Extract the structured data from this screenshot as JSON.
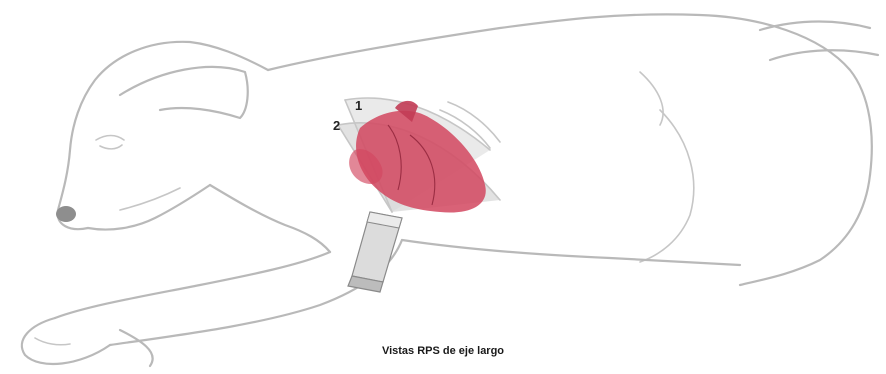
{
  "diagram": {
    "plane_labels": [
      "1",
      "2"
    ],
    "caption": "Vistas RPS de eje largo",
    "colors": {
      "heart": "#d2475f",
      "outline": "#b9b9b9",
      "probe": "#d9d9d9",
      "beam": "#bdbdbd"
    }
  }
}
